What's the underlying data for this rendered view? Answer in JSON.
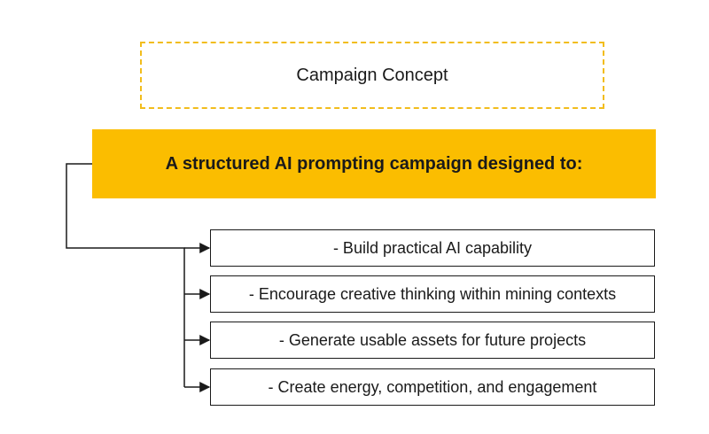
{
  "concept": {
    "title": "Campaign Concept"
  },
  "banner": {
    "text": "A structured AI prompting campaign designed to:"
  },
  "goals": [
    "- Build practical AI capability",
    "- Encourage creative thinking within mining contexts",
    "- Generate usable assets for future projects",
    "- Create energy, competition, and engagement"
  ],
  "colors": {
    "accent": "#fbbd00",
    "dashed_border": "#f2bd1d",
    "line": "#1a1a1a"
  }
}
